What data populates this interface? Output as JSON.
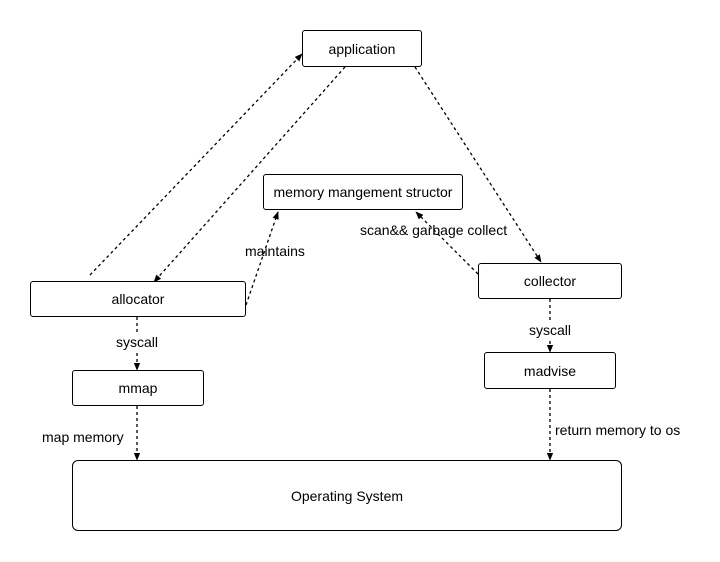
{
  "diagram": {
    "nodes": {
      "application": "application",
      "memory_structure": "memory mangement structor",
      "allocator": "allocator",
      "collector": "collector",
      "mmap": "mmap",
      "madvise": "madvise",
      "os": "Operating System"
    },
    "edge_labels": {
      "maintains": "maintains",
      "scan_gc": "scan&& garbage collect",
      "syscall_left": "syscall",
      "syscall_right": "syscall",
      "map_memory": "map memory",
      "return_memory": "return memory to os"
    },
    "colors": {
      "stroke": "#000000",
      "background": "#ffffff"
    }
  }
}
